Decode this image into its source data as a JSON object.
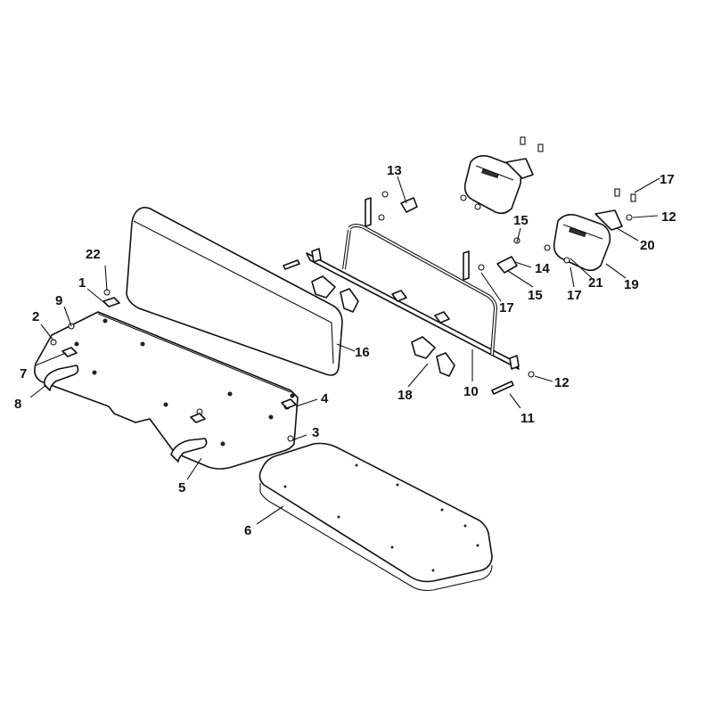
{
  "callouts": [
    {
      "id": "c1",
      "text": "1"
    },
    {
      "id": "c2",
      "text": "2"
    },
    {
      "id": "c3",
      "text": "3"
    },
    {
      "id": "c4",
      "text": "4"
    },
    {
      "id": "c5",
      "text": "5"
    },
    {
      "id": "c6",
      "text": "6"
    },
    {
      "id": "c7",
      "text": "7"
    },
    {
      "id": "c8",
      "text": "8"
    },
    {
      "id": "c9",
      "text": "9"
    },
    {
      "id": "c10",
      "text": "10"
    },
    {
      "id": "c11",
      "text": "11"
    },
    {
      "id": "c12a",
      "text": "12"
    },
    {
      "id": "c12b",
      "text": "12"
    },
    {
      "id": "c13",
      "text": "13"
    },
    {
      "id": "c14",
      "text": "14"
    },
    {
      "id": "c15a",
      "text": "15"
    },
    {
      "id": "c15b",
      "text": "15"
    },
    {
      "id": "c16",
      "text": "16"
    },
    {
      "id": "c17a",
      "text": "17"
    },
    {
      "id": "c17b",
      "text": "17"
    },
    {
      "id": "c17c",
      "text": "17"
    },
    {
      "id": "c18",
      "text": "18"
    },
    {
      "id": "c19",
      "text": "19"
    },
    {
      "id": "c20",
      "text": "20"
    },
    {
      "id": "c21",
      "text": "21"
    },
    {
      "id": "c22",
      "text": "22"
    }
  ]
}
